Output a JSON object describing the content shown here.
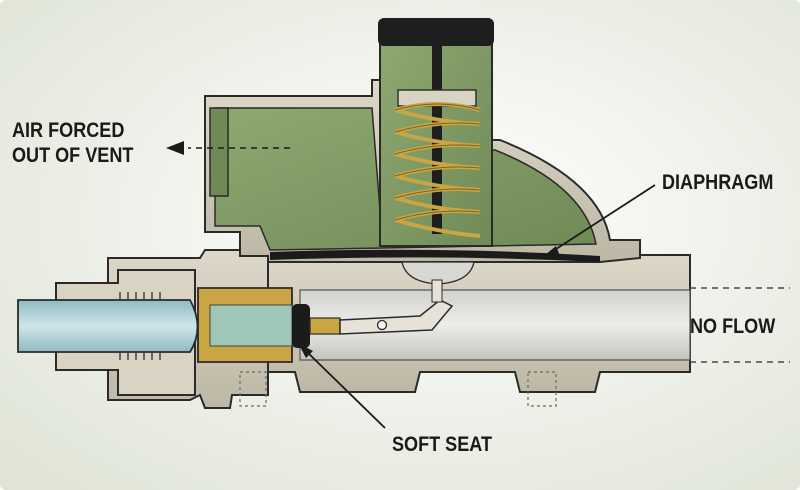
{
  "labels": {
    "air_forced_line1": "AIR FORCED",
    "air_forced_line2": "OUT OF VENT",
    "diaphragm": "DIAPHRAGM",
    "no_flow": "NO FLOW",
    "soft_seat": "SOFT SEAT"
  },
  "colors": {
    "background": "#f3f4ef",
    "body_metal": "#cdc8b8",
    "bonnet_green": "#7f9a63",
    "spring_gold": "#c9a544",
    "inlet_blue": "#a9cdd3",
    "seat_black": "#1b1b1b",
    "outline": "#2a2a2a"
  }
}
